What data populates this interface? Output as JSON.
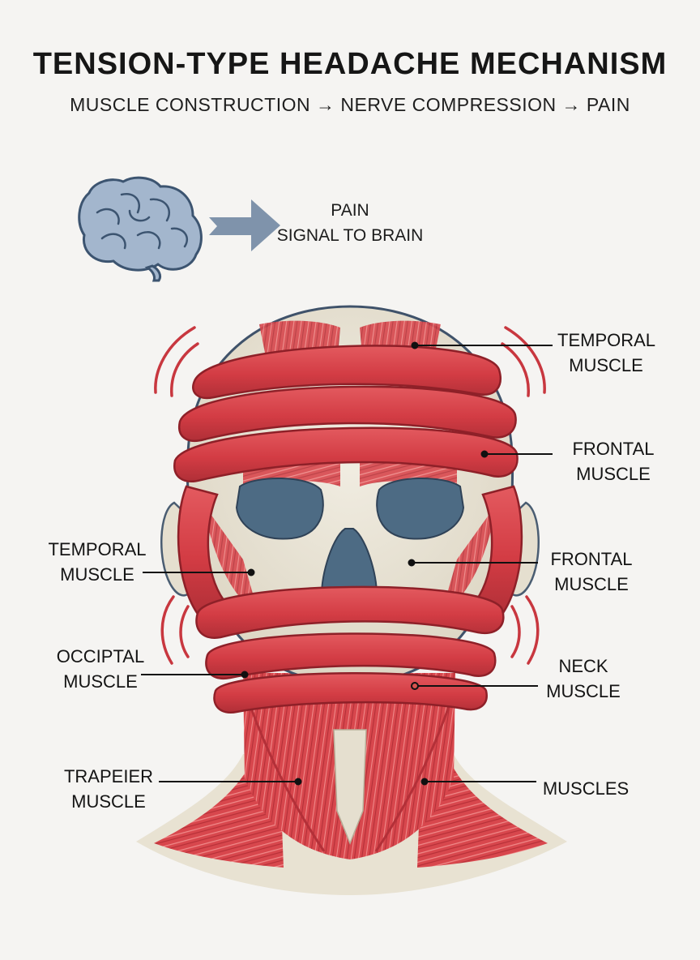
{
  "header": {
    "title": "TENSION-TYPE HEADACHE MECHANISM",
    "subtitle": "MUSCLE CONSTRUCTION → NERVE COMPRESSION → PAIN"
  },
  "signal": {
    "line1": "PAIN",
    "line2": "SIGNAL TO BRAIN"
  },
  "labels": {
    "temporal_right": [
      "TEMPORAL",
      "MUSCLE"
    ],
    "frontal_right_top": [
      "FRONTAL",
      "MUSCLE"
    ],
    "temporal_left": [
      "TEMPORAL",
      "MUSCLE"
    ],
    "frontal_right_mid": [
      "FRONTAL",
      "MUSCLE"
    ],
    "occipital_left": [
      "OCCIPTAL",
      "MUSCLE"
    ],
    "neck_right": [
      "NECK",
      "MUSCLE"
    ],
    "trapezius_left": [
      "TRAPEIER",
      "MUSCLE"
    ],
    "muscles_right": [
      "MUSCLES"
    ]
  },
  "colors": {
    "muscle": "#d9434a",
    "muscle_dark": "#b8323a",
    "bone": "#e9e4d6",
    "orbit": "#4d6b84",
    "brain": "#9fb4cc",
    "arrow": "#7f93ab"
  },
  "icons": {
    "brain": "brain-icon",
    "arrow": "arrow-right-icon"
  }
}
